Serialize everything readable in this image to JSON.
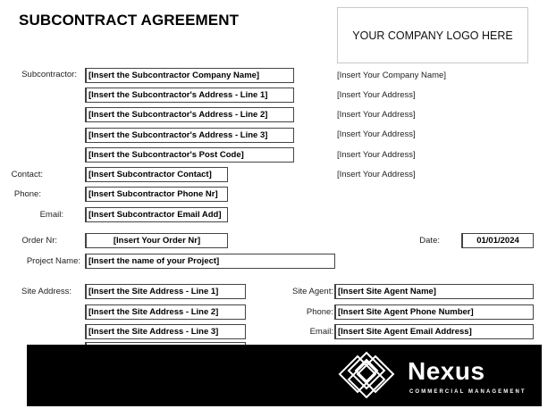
{
  "document": {
    "title": "SUBCONTRACT AGREEMENT",
    "logo_placeholder": "YOUR COMPANY LOGO HERE"
  },
  "subcontractor": {
    "label": "Subcontractor:",
    "company_name": "[Insert the Subcontractor Company Name]",
    "address_line1": "[Insert the Subcontractor's Address - Line 1]",
    "address_line2": "[Insert the Subcontractor's Address - Line 2]",
    "address_line3": "[Insert the Subcontractor's Address - Line 3]",
    "post_code": "[Insert the Subcontractor's Post Code]",
    "contact_label": "Contact:",
    "contact": "[Insert Subcontractor Contact]",
    "phone_label": "Phone:",
    "phone": "[Insert Subcontractor Phone Nr]",
    "email_label": "Email:",
    "email": "[Insert Subcontractor Email Add]"
  },
  "your_company": {
    "name": "[Insert Your Company Name]",
    "address_lines": [
      "[Insert Your Address]",
      "[Insert Your Address]",
      "[Insert Your Address]",
      "[Insert Your Address]",
      "[Insert Your Address]"
    ]
  },
  "order": {
    "order_label": "Order Nr:",
    "order_nr": "[Insert Your Order Nr]",
    "date_label": "Date:",
    "date": "01/01/2024",
    "project_label": "Project Name:",
    "project_name": "[Insert the name of your Project]"
  },
  "site": {
    "address_label": "Site Address:",
    "address_line1": "[Insert the Site Address - Line 1]",
    "address_line2": "[Insert the Site Address - Line 2]",
    "address_line3": "[Insert the Site Address - Line 3]",
    "agent_label": "Site Agent:",
    "agent_name": "[Insert Site Agent Name]",
    "phone_label": "Phone:",
    "agent_phone": "[Insert Site Agent Phone Number]",
    "email_label": "Email:",
    "agent_email": "[Insert Site Agent Email Address]"
  },
  "banner": {
    "brand": "Nexus",
    "tagline": "COMMERCIAL MANAGEMENT",
    "background": "#000000",
    "foreground": "#ffffff"
  }
}
